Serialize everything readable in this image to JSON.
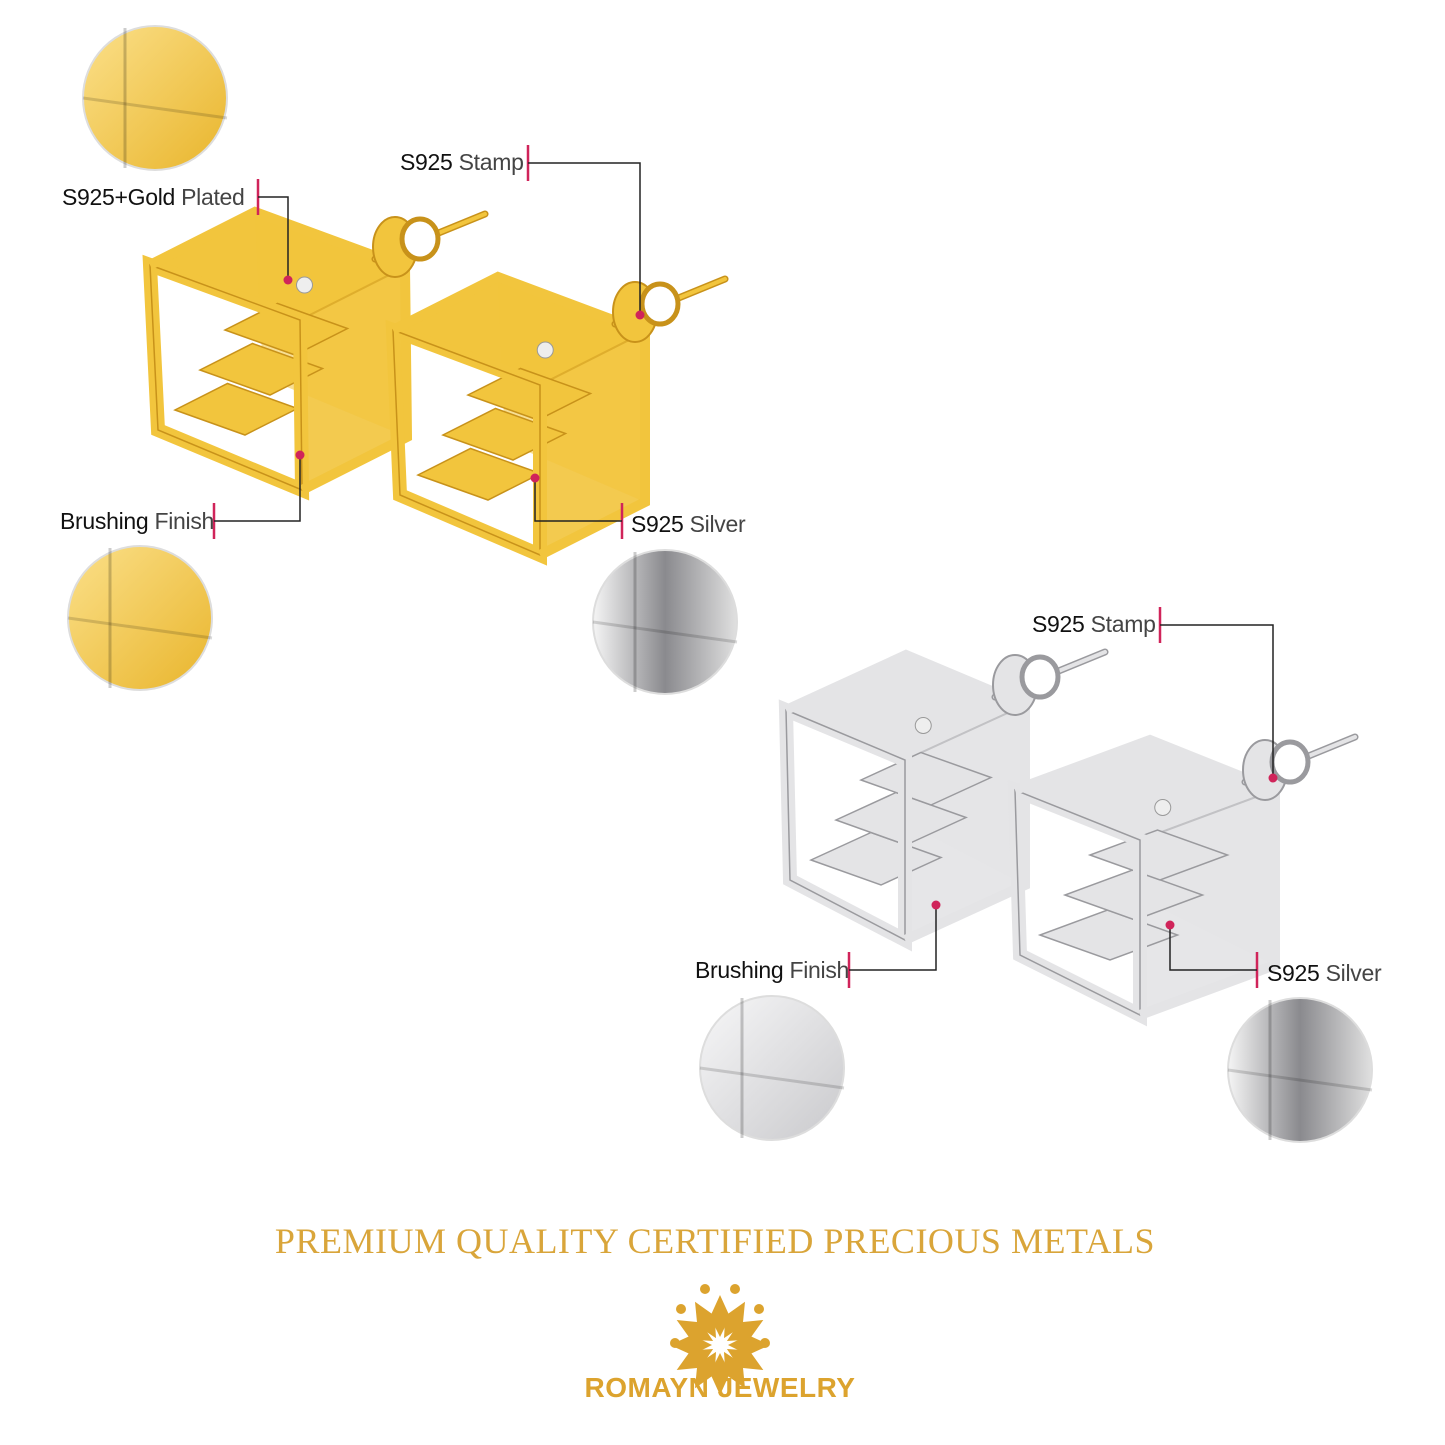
{
  "gold_set": {
    "labels": {
      "plating": {
        "bold": "S925+Gold",
        "light": "Plated"
      },
      "stamp": {
        "bold": "S925",
        "light": "Stamp"
      },
      "finish": {
        "bold": "Brushing",
        "light": "Finish"
      },
      "material": {
        "bold": "S925",
        "light": "Silver"
      }
    },
    "color": "#f2c53d"
  },
  "silver_set": {
    "labels": {
      "stamp": {
        "bold": "S925",
        "light": "Stamp"
      },
      "finish": {
        "bold": "Brushing",
        "light": "Finish"
      },
      "material": {
        "bold": "S925",
        "light": "Silver"
      }
    },
    "color": "#e4e4e6"
  },
  "headline": "PREMIUM QUALITY CERTIFIED PRECIOUS METALS",
  "brand": {
    "name": "ROMAYN JEWELRY",
    "color": "#dca32e"
  },
  "accent": "#d0245a"
}
